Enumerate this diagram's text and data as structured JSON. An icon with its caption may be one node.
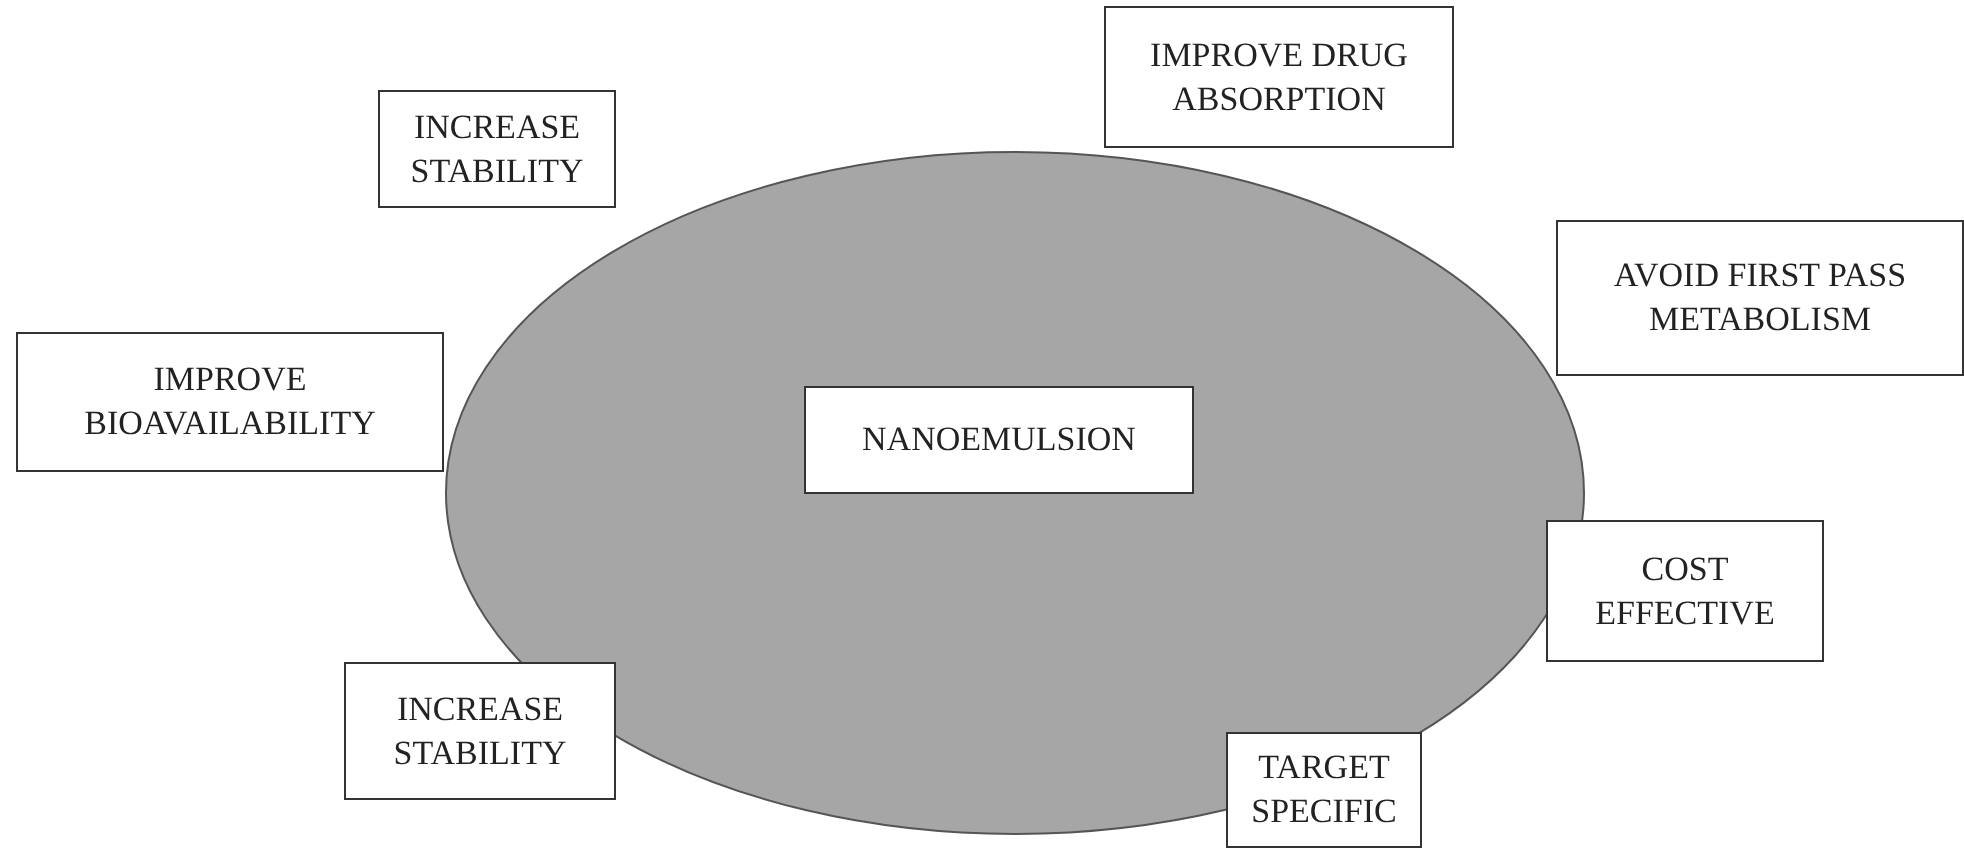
{
  "diagram": {
    "nodes": [
      {
        "text": [],
        "shape": "ellipse"
      },
      {
        "text": [
          "NANOEMULSION"
        ],
        "in": 0
      },
      {
        "text": [
          "IMPROVE DRUG ABSORPTION"
        ]
      },
      {
        "text": [
          "INCREASE STABILITY"
        ]
      },
      {
        "text": [
          "AVOID FIRST PASS METABOLISM"
        ]
      },
      {
        "text": [
          "IMPROVE BIOAVAILABILITY"
        ]
      },
      {
        "text": [
          "COST EFFECTIVE"
        ]
      },
      {
        "text": [
          "INCREASE STABILITY"
        ]
      },
      {
        "text": [
          "TARGET SPECIFIC"
        ]
      }
    ]
  }
}
